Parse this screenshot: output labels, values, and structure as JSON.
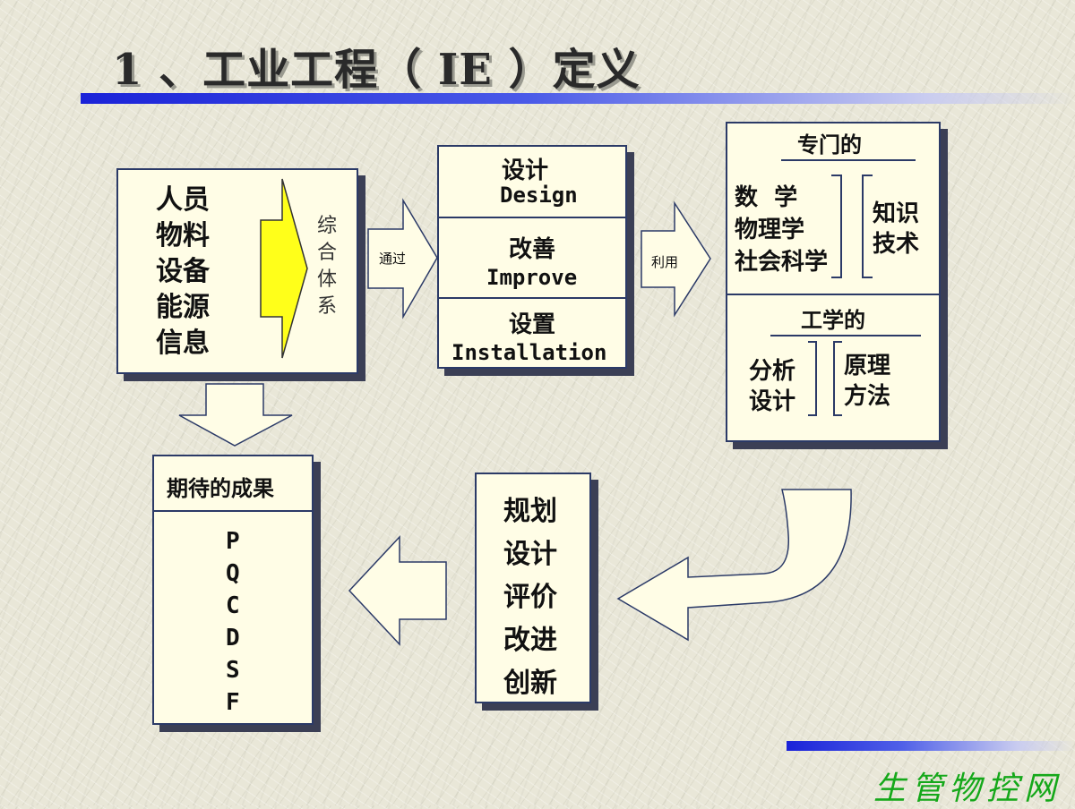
{
  "title": "1 、工业工程（ IE ）定义",
  "inputs": [
    "人员",
    "物料",
    "设备",
    "能源",
    "信息"
  ],
  "integrate": [
    "综",
    "合",
    "体",
    "系"
  ],
  "via_label": "通过",
  "stages": {
    "design_cn": "设计",
    "design_en": "Design",
    "improve_cn": "改善",
    "improve_en": "Improve",
    "install_cn": "设置",
    "install_en": "Installation"
  },
  "use_label": "利用",
  "knowledge": {
    "special_title": "专门的",
    "subjects": [
      "数  学",
      "物理学",
      "社会科学"
    ],
    "know_tech": [
      "知识",
      "技术"
    ],
    "eng_title": "工学的",
    "methods_left": [
      "分析",
      "设计"
    ],
    "methods_right": [
      "原理",
      "方法"
    ]
  },
  "actions": [
    "规划",
    "设计",
    "评价",
    "改进",
    "创新"
  ],
  "results": {
    "title": "期待的成果",
    "letters": [
      "P",
      "Q",
      "C",
      "D",
      "S",
      "F"
    ]
  },
  "brand": "生管物控网"
}
